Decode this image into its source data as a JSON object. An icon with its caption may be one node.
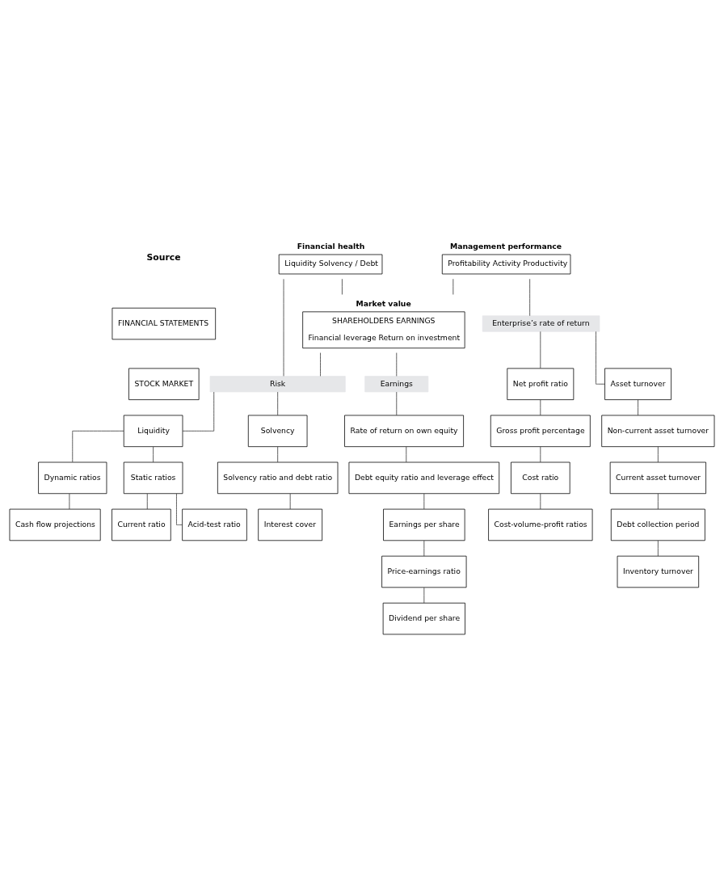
{
  "diagram": {
    "nodes": [
      {
        "text": [
          "FINANCIAL STATEMENTS"
        ]
      },
      {
        "text": [
          "STOCK MARKET"
        ]
      },
      {
        "text": [
          "Management performance",
          "Profitability Activity Productivity"
        ]
      },
      {
        "text": [
          "Financial health",
          "Liquidity Solvency / Debt"
        ]
      },
      {
        "text": [
          "Market value",
          "SHAREHOLDERS EARNINGS",
          "Financial leverage Return on investment"
        ]
      },
      {
        "text": [
          "Enterprise’s rate of return"
        ]
      },
      {
        "text": [
          "Earnings"
        ]
      },
      {
        "text": [
          "Risk"
        ]
      },
      {
        "text": [
          "Net profit ratio"
        ]
      },
      {
        "text": [
          "Gross profit percentage"
        ]
      },
      {
        "text": [
          "Cost ratio"
        ]
      },
      {
        "text": [
          "Cost-volume-profit ratios"
        ]
      },
      {
        "text": [
          "Asset turnover"
        ]
      },
      {
        "text": [
          "Non-current asset turnover"
        ]
      },
      {
        "text": [
          "Current asset turnover"
        ]
      },
      {
        "text": [
          "Debt collection period"
        ]
      },
      {
        "text": [
          "Inventory turnover"
        ]
      },
      {
        "text": [
          "Rate of return on own equity"
        ]
      },
      {
        "text": [
          "Debt equity ratio and leverage effect"
        ]
      },
      {
        "text": [
          "Earnings per share"
        ]
      },
      {
        "text": [
          "Price-earnings ratio"
        ]
      },
      {
        "text": [
          "Dividend per share"
        ]
      },
      {
        "text": [
          "Liquidity"
        ]
      },
      {
        "text": [
          "Static ratios"
        ]
      },
      {
        "text": [
          "Current ratio"
        ]
      },
      {
        "text": [
          "Acid-test ratio"
        ]
      },
      {
        "text": [
          "Dynamic ratios"
        ]
      },
      {
        "text": [
          "Cash flow projections"
        ]
      },
      {
        "text": [
          "Solvency"
        ]
      },
      {
        "text": [
          "Solvency ratio and debt ratio"
        ]
      },
      {
        "text": [
          "Interest cover"
        ]
      }
    ],
    "edges": [
      {
        "from": 2,
        "to": 5,
        "arrow": "none"
      },
      {
        "from": 2,
        "to": 4,
        "arrow": "none"
      },
      {
        "from": 3,
        "to": 4,
        "arrow": "none"
      },
      {
        "from": 3,
        "to": 7,
        "arrow": "none"
      },
      {
        "from": 4,
        "to": 7,
        "arrow": "none"
      },
      {
        "from": 4,
        "to": 6,
        "arrow": "none"
      },
      {
        "from": 5,
        "to": 8,
        "arrow": "none"
      },
      {
        "from": 5,
        "to": 12,
        "arrow": "none"
      },
      {
        "from": 8,
        "to": 9,
        "arrow": "none"
      },
      {
        "from": 9,
        "to": 10,
        "arrow": "none"
      },
      {
        "from": 10,
        "to": 11,
        "arrow": "none"
      },
      {
        "from": 12,
        "to": 13,
        "arrow": "none"
      },
      {
        "from": 13,
        "to": 14,
        "arrow": "none"
      },
      {
        "from": 14,
        "to": 15,
        "arrow": "none"
      },
      {
        "from": 15,
        "to": 16,
        "arrow": "none"
      },
      {
        "from": 6,
        "to": 17,
        "arrow": "none"
      },
      {
        "from": 17,
        "to": 18,
        "arrow": "none"
      },
      {
        "from": 18,
        "to": 19,
        "arrow": "none"
      },
      {
        "from": 19,
        "to": 20,
        "arrow": "none"
      },
      {
        "from": 20,
        "to": 21,
        "arrow": "none"
      },
      {
        "from": 7,
        "to": 22,
        "arrow": "none"
      },
      {
        "from": 7,
        "to": 28,
        "arrow": "none"
      },
      {
        "from": 22,
        "to": 23,
        "arrow": "none"
      },
      {
        "from": 22,
        "to": 26,
        "arrow": "none"
      },
      {
        "from": 23,
        "to": 24,
        "arrow": "none"
      },
      {
        "from": 23,
        "to": 25,
        "arrow": "none"
      },
      {
        "from": 26,
        "to": 27,
        "arrow": "none"
      },
      {
        "from": 28,
        "to": 29,
        "arrow": "none"
      },
      {
        "from": 29,
        "to": 30,
        "arrow": "none"
      }
    ],
    "labels": [
      "Source"
    ]
  }
}
